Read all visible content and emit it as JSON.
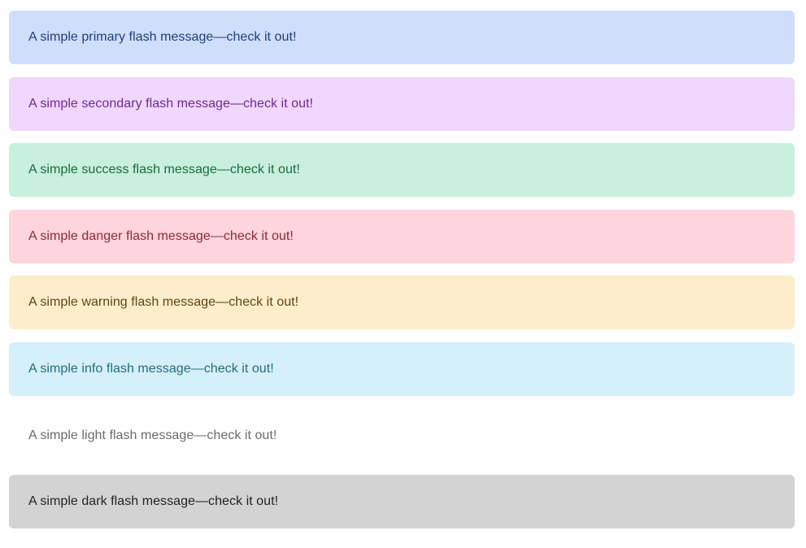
{
  "alerts": [
    {
      "variant": "primary",
      "text": "A simple primary flash message—check it out!"
    },
    {
      "variant": "secondary",
      "text": "A simple secondary flash message—check it out!"
    },
    {
      "variant": "success",
      "text": "A simple success flash message—check it out!"
    },
    {
      "variant": "danger",
      "text": "A simple danger flash message—check it out!"
    },
    {
      "variant": "warning",
      "text": "A simple warning flash message—check it out!"
    },
    {
      "variant": "info",
      "text": "A simple info flash message—check it out!"
    },
    {
      "variant": "light",
      "text": "A simple light flash message—check it out!"
    },
    {
      "variant": "dark",
      "text": "A simple dark flash message—check it out!"
    }
  ],
  "colors": {
    "primary_bg": "#cfdefb",
    "secondary_bg": "#f0d7fe",
    "success_bg": "#c8f0dc",
    "danger_bg": "#fed5dc",
    "warning_bg": "#fdedcb",
    "info_bg": "#d5f0fa",
    "light_bg": "#fefefe",
    "dark_bg": "#d3d3d3"
  }
}
